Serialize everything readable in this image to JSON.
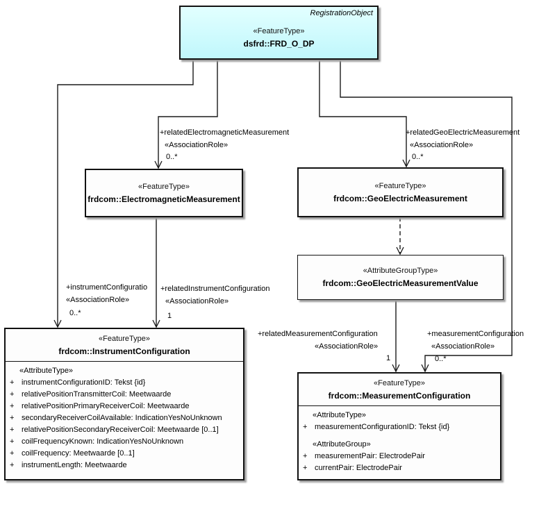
{
  "symbols": {
    "plus": "+"
  },
  "nodes": {
    "frd": {
      "tag": "RegistrationObject",
      "stereotype": "«FeatureType»",
      "name": "dsfrd::FRD_O_DP"
    },
    "em": {
      "stereotype": "«FeatureType»",
      "name": "frdcom::ElectromagneticMeasurement"
    },
    "gem": {
      "stereotype": "«FeatureType»",
      "name": "frdcom::GeoElectricMeasurement"
    },
    "gemv": {
      "stereotype": "«AttributeGroupType»",
      "name": "frdcom::GeoElectricMeasurementValue"
    },
    "instr": {
      "stereotype": "«FeatureType»",
      "name": "frdcom::InstrumentConfiguration",
      "section_header": "«AttributeType»",
      "attributes": [
        "instrumentConfigurationID: Tekst {id}",
        "relativePositionTransmitterCoil: Meetwaarde",
        "relativePositionPrimaryReceiverCoil: Meetwaarde",
        "secondaryReceiverCoilAvailable: IndicationYesNoUnknown",
        "relativePositionSecondaryReceiverCoil: Meetwaarde [0..1]",
        "coilFrequencyKnown: IndicationYesNoUnknown",
        "coilFrequency: Meetwaarde [0..1]",
        "instrumentLength: Meetwaarde"
      ]
    },
    "meas": {
      "stereotype": "«FeatureType»",
      "name": "frdcom::MeasurementConfiguration",
      "attr_type_header": "«AttributeType»",
      "attr_type_attributes": [
        "measurementConfigurationID: Tekst {id}"
      ],
      "attr_group_header": "«AttributeGroup»",
      "attr_group_attributes": [
        "measurementPair: ElectrodePair",
        "currentPair: ElectrodePair"
      ]
    }
  },
  "edges": {
    "rel_em": {
      "role": "+relatedElectromagneticMeasurement",
      "stereotype": "«AssociationRole»",
      "multiplicity": "0..*"
    },
    "rel_gem": {
      "role": "+relatedGeoElectricMeasurement",
      "stereotype": "«AssociationRole»",
      "multiplicity": "0..*"
    },
    "instr_cfg": {
      "role": "+instrumentConfiguratio",
      "stereotype": "«AssociationRole»",
      "multiplicity": "0..*"
    },
    "rel_instr_cfg": {
      "role": "+relatedInstrumentConfiguration",
      "stereotype": "«AssociationRole»",
      "multiplicity": "1"
    },
    "rel_meas_cfg": {
      "role": "+relatedMeasurementConfiguration",
      "stereotype": "«AssociationRole»",
      "multiplicity": "1"
    },
    "meas_cfg": {
      "role": "+measurementConfiguration",
      "stereotype": "«AssociationRole»",
      "multiplicity": "0..*"
    }
  },
  "colors": {
    "frd_fill": "#C8F8FD",
    "node_fill": "#FDFDFD",
    "border": "#111111",
    "shadow": "#9F9F9F",
    "edge": "#1A1A1A"
  }
}
